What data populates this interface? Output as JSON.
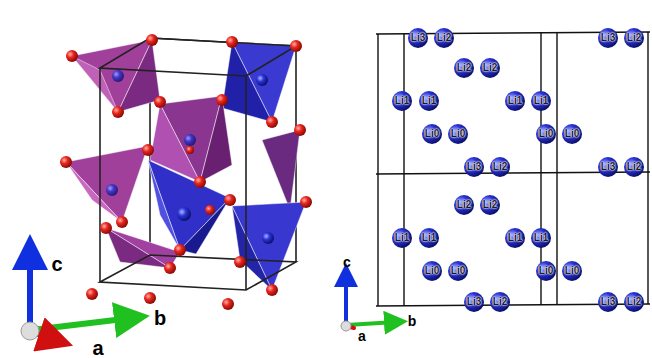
{
  "diagram": {
    "labels": [
      "c",
      "b",
      "a",
      "Li3",
      "Li2",
      "Li3",
      "Li2",
      "Li2",
      "Li2",
      "Li1",
      "Li1",
      "Li1",
      "Li1",
      "Li0",
      "Li0",
      "Li0",
      "Li0",
      "Li3",
      "Li2",
      "Li3",
      "Li2",
      "Li2",
      "Li2",
      "Li1",
      "Li1",
      "Li1",
      "Li1",
      "Li0",
      "Li0",
      "Li0",
      "Li0",
      "Li3",
      "Li2",
      "Li3",
      "Li2",
      "c",
      "a",
      "b"
    ]
  }
}
